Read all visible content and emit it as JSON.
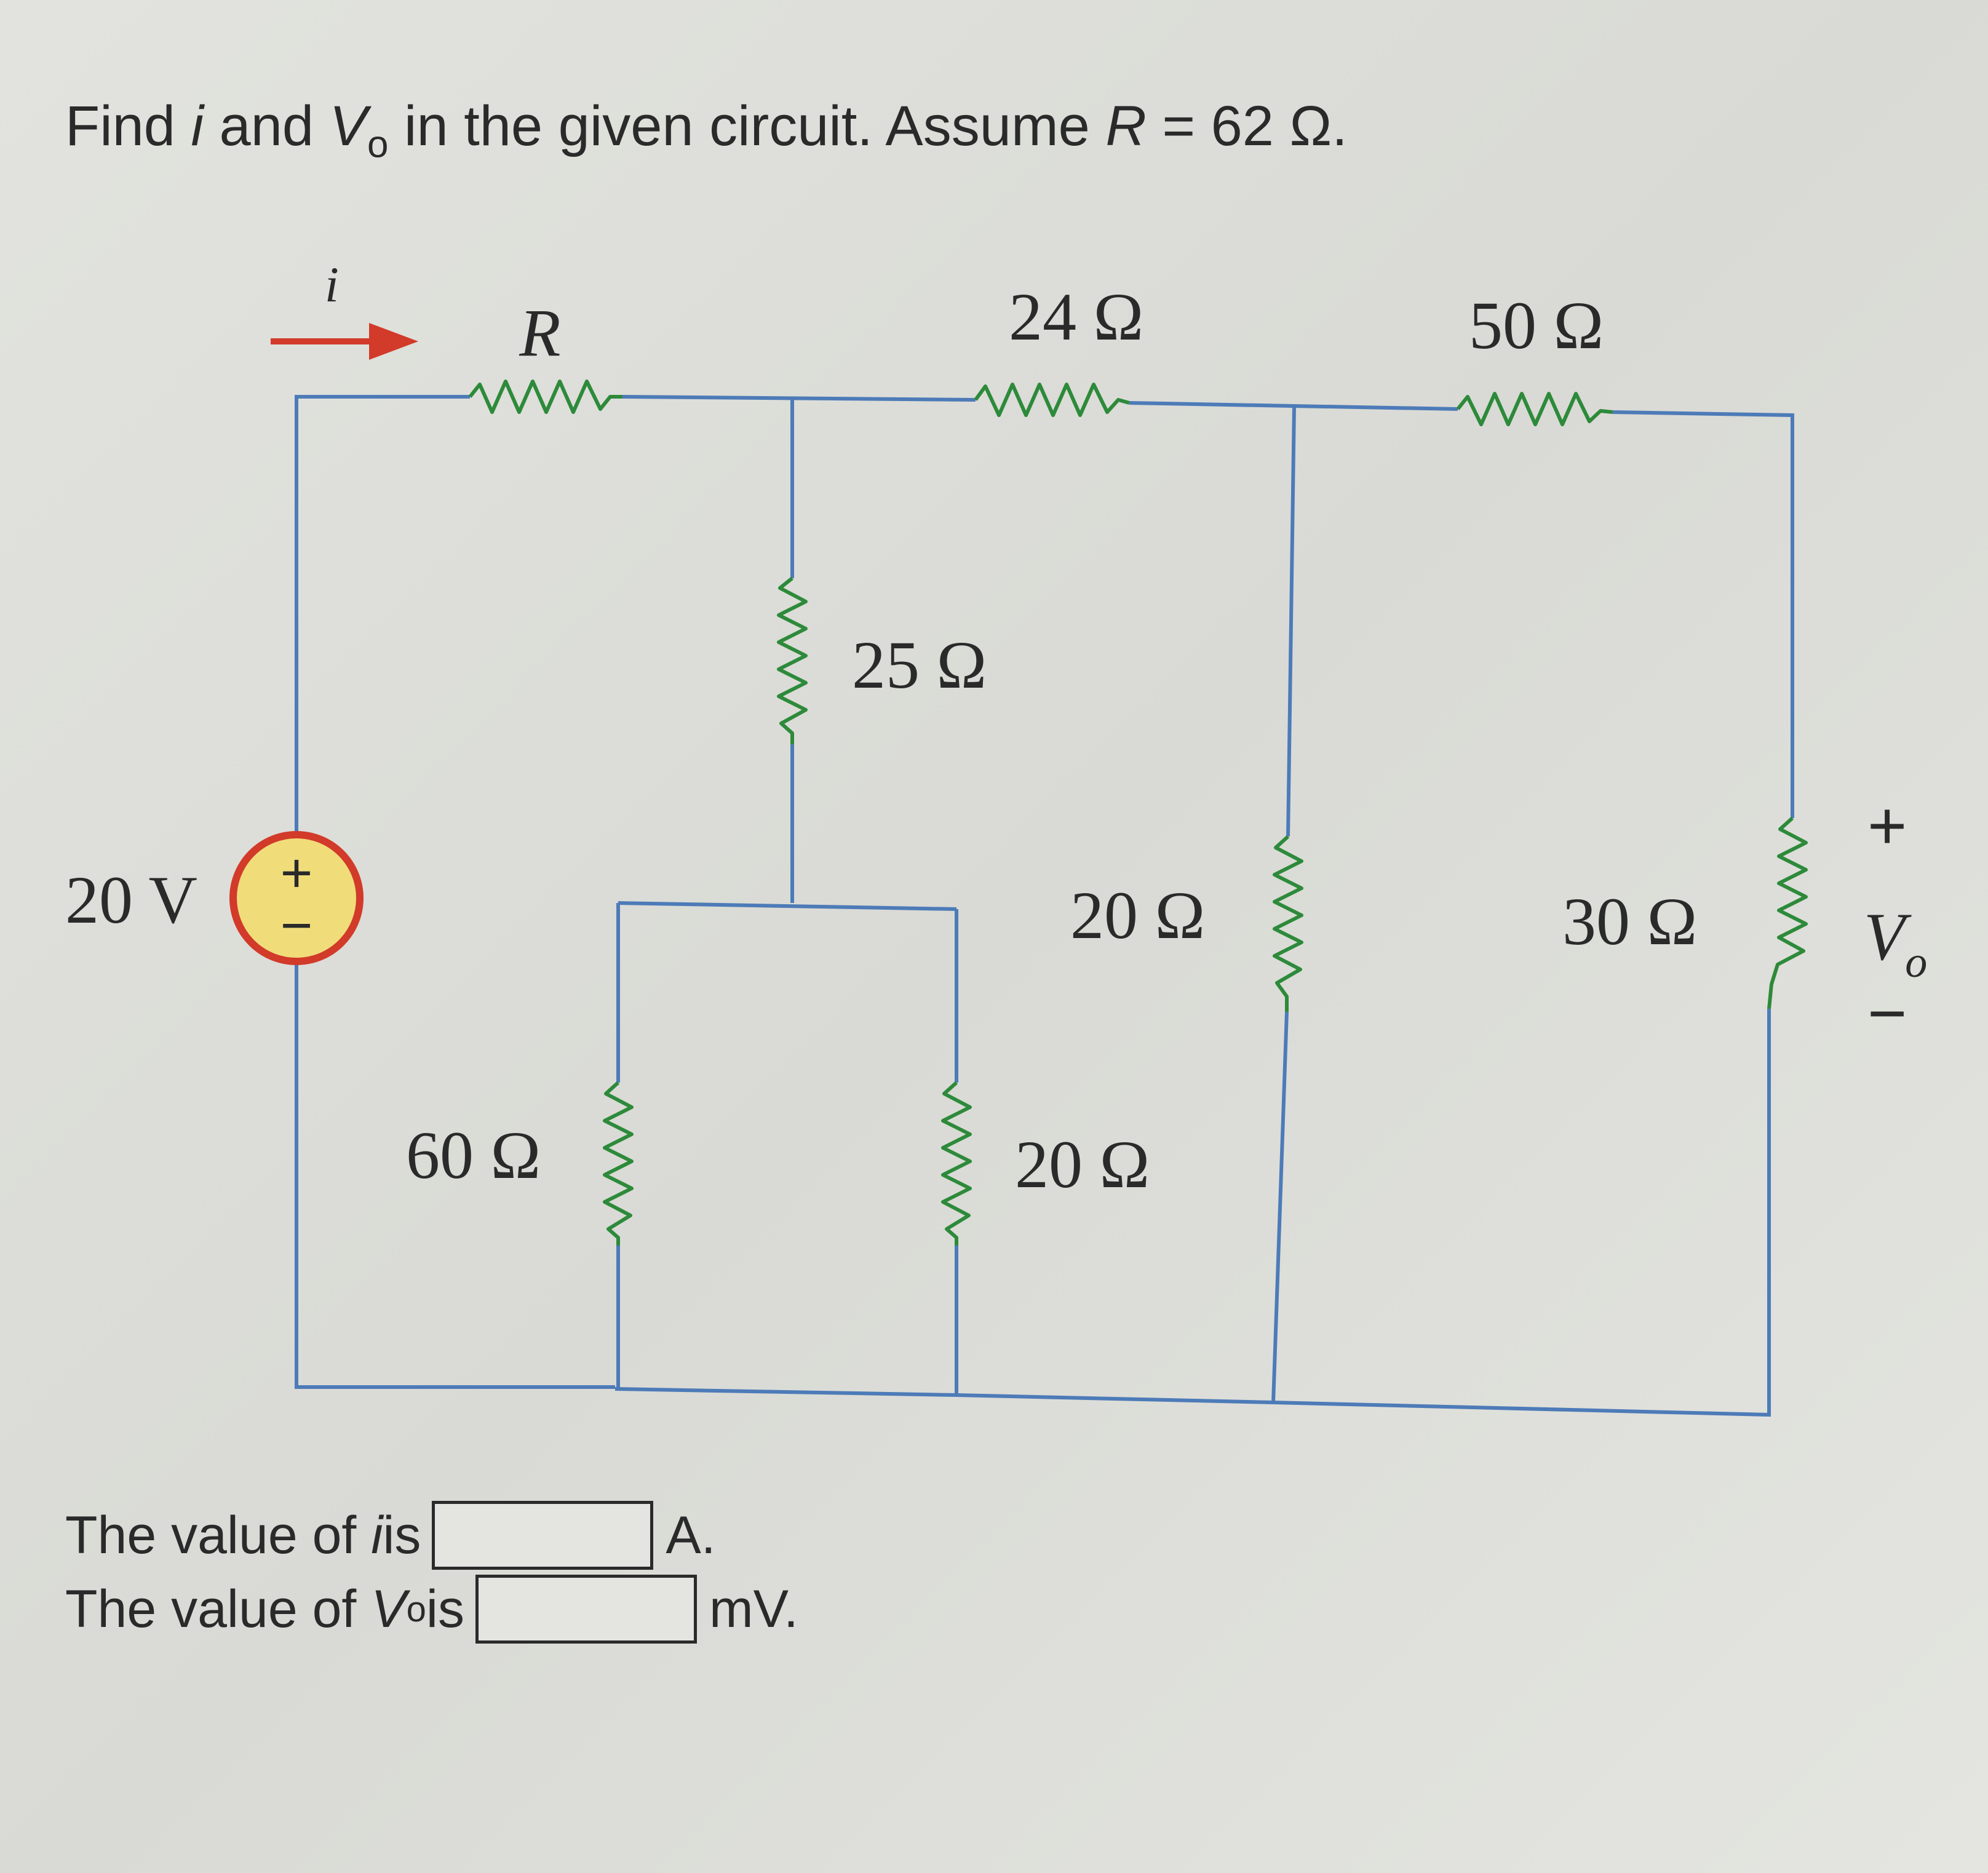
{
  "question": {
    "prefix": "Find ",
    "var_i": "i",
    "mid": " and ",
    "var_v": "V",
    "var_v_sub": "o",
    "suffix_a": " in the given circuit. Assume ",
    "var_r": "R",
    "suffix_b": " = 62 Ω."
  },
  "circuit": {
    "current_label": "i",
    "source_label": "20 V",
    "source_plus": "+",
    "source_minus": "−",
    "r_label": "R",
    "r24_label": "24 Ω",
    "r50_label": "50 Ω",
    "r25_label": "25 Ω",
    "r20a_label": "20 Ω",
    "r30_label": "30 Ω",
    "r60_label": "60 Ω",
    "r20b_label": "20 Ω",
    "vo_plus": "+",
    "vo_label": "V",
    "vo_sub": "o",
    "vo_minus": "−"
  },
  "answers": {
    "i_prefix": "The value of ",
    "i_var": "i",
    "i_mid": " is",
    "i_unit": "A.",
    "v_prefix": "The value of ",
    "v_var": "V",
    "v_sub": "o",
    "v_mid": " is",
    "v_unit": "mV."
  },
  "colors": {
    "wire": "#4d7bb8",
    "resistor": "#2d8a3a",
    "arrow": "#d23a2a",
    "source_fill": "#f0dd7a",
    "source_ring": "#d23a2a"
  }
}
